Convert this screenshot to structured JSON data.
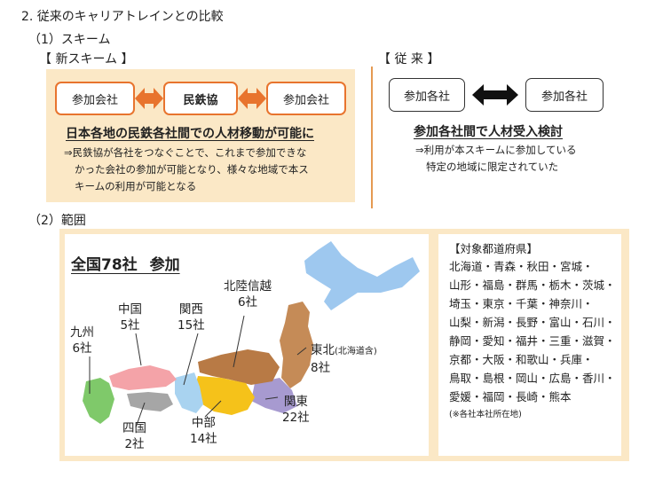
{
  "page": {
    "title": "2. 従来のキャリアトレインとの比較",
    "section1": "（1）スキーム",
    "section2": "（2）範囲"
  },
  "new_scheme": {
    "label": "【 新スキーム 】",
    "left_box": "参加会社",
    "center_box": "民鉄協",
    "right_box": "参加会社",
    "heading": "日本各地の民鉄各社間での人材移動が可能に",
    "body": [
      "⇒民鉄協が各社をつなぐことで、これまで参加できな",
      "かった会社の参加が可能となり、様々な地域で本ス",
      "キームの利用が可能となる"
    ]
  },
  "old_scheme": {
    "label": "【 従 来 】",
    "left_box": "参加各社",
    "right_box": "参加各社",
    "heading": "参加各社間で人材受入検討",
    "body": [
      "⇒利用が本スキームに参加している",
      "特定の地域に限定されていた"
    ]
  },
  "scope": {
    "headline": "全国78社 参加",
    "regions": [
      {
        "name": "九州",
        "count": "6社"
      },
      {
        "name": "中国",
        "count": "5社"
      },
      {
        "name": "関西",
        "count": "15社"
      },
      {
        "name": "北陸信越",
        "count": "6社"
      },
      {
        "name": "東北",
        "note": "(北海道含)",
        "count": "8社"
      },
      {
        "name": "関東",
        "count": "22社"
      },
      {
        "name": "中部",
        "count": "14社"
      },
      {
        "name": "四国",
        "count": "2社"
      }
    ],
    "prefectures": {
      "title": "【対象都道府県】",
      "lines": [
        "北海道・青森・秋田・宮城・",
        "山形・福島・群馬・栃木・茨城・",
        "埼玉・東京・千葉・神奈川・",
        "山梨・新潟・長野・富山・石川・",
        "静岡・愛知・福井・三重・滋賀・",
        "京都・大阪・和歌山・兵庫・",
        "鳥取・島根・岡山・広島・香川・",
        "愛媛・福岡・長崎・熊本"
      ],
      "note": "(※各社本社所在地)"
    }
  },
  "colors": {
    "accent_orange": "#e8742e",
    "panel_beige": "#fbe8c6",
    "hokkaido_blue": "#9ec8ef",
    "tohoku_brown": "#c58b57",
    "kanto_purple": "#a79ad0",
    "chubu_yellow": "#f5c21a",
    "hokuriku_brown": "#b87a45",
    "kansai_blue": "#a9d3f0",
    "chugoku_pink": "#f4a3a8",
    "shikoku_gray": "#a6a6a6",
    "kyushu_green": "#7fc96a"
  }
}
